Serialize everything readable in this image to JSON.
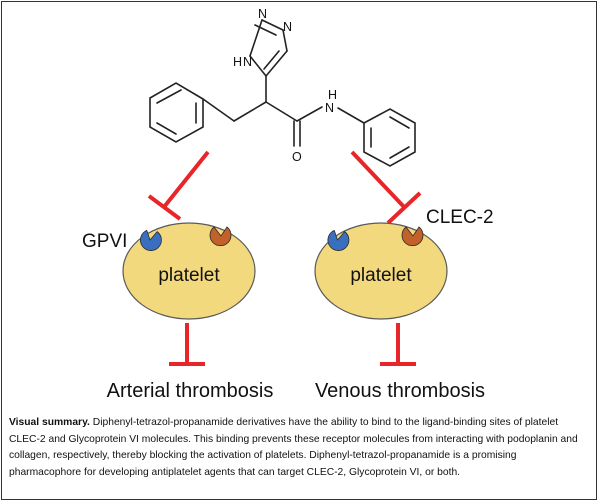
{
  "colors": {
    "inhibitor": "#e8262a",
    "platelet_fill": "#f3d97e",
    "platelet_stroke": "#5a5a5a",
    "gpvi_receptor": "#3a6fc0",
    "clec2_receptor": "#c2612a",
    "bond": "#222222"
  },
  "molecule": {
    "atoms": {
      "n_top": "N",
      "n_right": "N",
      "nh_ring": "H",
      "n_ring_left": "N",
      "n_amide": "N",
      "h_amide": "H",
      "o_carbonyl": "O"
    }
  },
  "labels": {
    "gpvi": "GPVI",
    "clec2": "CLEC-2",
    "platelet_left": "platelet",
    "platelet_right": "platelet",
    "outcome_left": "Arterial thrombosis",
    "outcome_right": "Venous thrombosis"
  },
  "summary": {
    "heading": "Visual summary.",
    "body": " Diphenyl-tetrazol-propanamide derivatives have the ability to bind to the ligand-binding sites of platelet CLEC-2 and Glycoprotein VI molecules. This binding prevents these receptor molecules from interacting with podoplanin and collagen, respectively, thereby blocking the activation of platelets. Diphenyl-tetrazol-propanamide is a promising pharmacophore for developing antiplatelet agents that can target CLEC-2, Glycoprotein VI, or both."
  }
}
